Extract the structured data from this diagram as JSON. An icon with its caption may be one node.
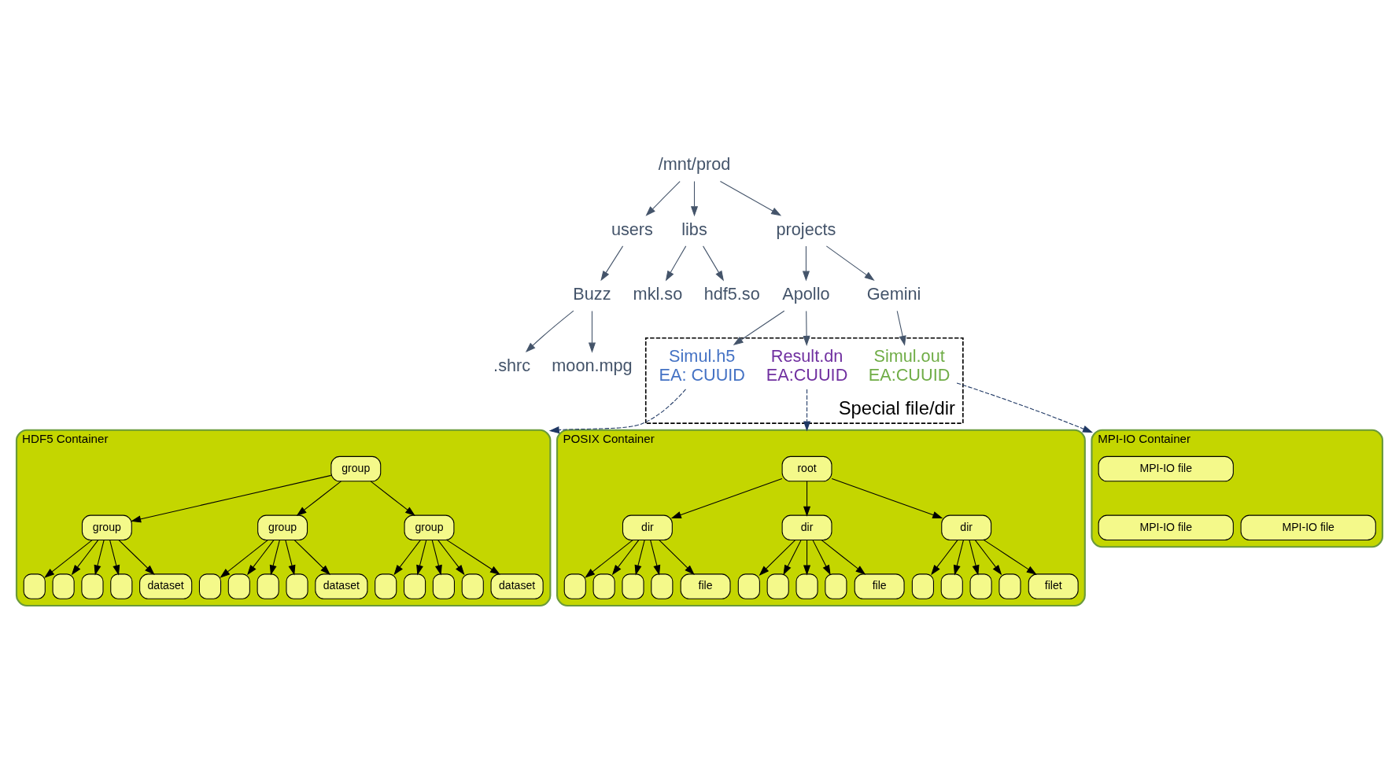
{
  "diagram": {
    "nodes": [
      {
        "text": [
          "/mnt/prod"
        ]
      },
      {
        "text": [
          "users"
        ]
      },
      {
        "text": [
          "libs"
        ]
      },
      {
        "text": [
          "projects"
        ]
      },
      {
        "text": [
          "Buzz"
        ]
      },
      {
        "text": [
          "mkl.so"
        ]
      },
      {
        "text": [
          "hdf5.so"
        ]
      },
      {
        "text": [
          "Apollo"
        ]
      },
      {
        "text": [
          "Gemini"
        ]
      },
      {
        "text": [
          ".shrc"
        ]
      },
      {
        "text": [
          "moon.mpg"
        ]
      },
      {
        "text": [
          "Special file/dir"
        ]
      },
      {
        "text": [
          "Simul.h5",
          "EA: CUUID"
        ],
        "in": 11
      },
      {
        "text": [
          "Result.dn",
          "EA:CUUID"
        ],
        "in": 11
      },
      {
        "text": [
          "Simul.out",
          "EA:CUUID"
        ],
        "in": 11
      },
      {
        "text": [
          "HDF5 Container"
        ]
      },
      {
        "text": [
          "group"
        ],
        "in": 15
      },
      {
        "text": [
          "group"
        ],
        "in": 15
      },
      {
        "text": [
          "group"
        ],
        "in": 15
      },
      {
        "text": [
          "group"
        ],
        "in": 15
      },
      {
        "text": [],
        "shape": "box",
        "in": 15
      },
      {
        "text": [],
        "shape": "box",
        "in": 15
      },
      {
        "text": [],
        "shape": "box",
        "in": 15
      },
      {
        "text": [],
        "shape": "box",
        "in": 15
      },
      {
        "text": [
          "dataset"
        ],
        "in": 15
      },
      {
        "text": [],
        "shape": "box",
        "in": 15
      },
      {
        "text": [],
        "shape": "box",
        "in": 15
      },
      {
        "text": [],
        "shape": "box",
        "in": 15
      },
      {
        "text": [],
        "shape": "box",
        "in": 15
      },
      {
        "text": [
          "dataset"
        ],
        "in": 15
      },
      {
        "text": [],
        "shape": "box",
        "in": 15
      },
      {
        "text": [],
        "shape": "box",
        "in": 15
      },
      {
        "text": [],
        "shape": "box",
        "in": 15
      },
      {
        "text": [],
        "shape": "box",
        "in": 15
      },
      {
        "text": [
          "dataset"
        ],
        "in": 15
      },
      {
        "text": [
          "POSIX Container"
        ]
      },
      {
        "text": [
          "root"
        ],
        "in": 35
      },
      {
        "text": [
          "dir"
        ],
        "in": 35
      },
      {
        "text": [
          "dir"
        ],
        "in": 35
      },
      {
        "text": [
          "dir"
        ],
        "in": 35
      },
      {
        "text": [],
        "shape": "box",
        "in": 35
      },
      {
        "text": [],
        "shape": "box",
        "in": 35
      },
      {
        "text": [],
        "shape": "box",
        "in": 35
      },
      {
        "text": [],
        "shape": "box",
        "in": 35
      },
      {
        "text": [
          "file"
        ],
        "in": 35
      },
      {
        "text": [],
        "shape": "box",
        "in": 35
      },
      {
        "text": [],
        "shape": "box",
        "in": 35
      },
      {
        "text": [],
        "shape": "box",
        "in": 35
      },
      {
        "text": [],
        "shape": "box",
        "in": 35
      },
      {
        "text": [
          "file"
        ],
        "in": 35
      },
      {
        "text": [],
        "shape": "box",
        "in": 35
      },
      {
        "text": [],
        "shape": "box",
        "in": 35
      },
      {
        "text": [],
        "shape": "box",
        "in": 35
      },
      {
        "text": [],
        "shape": "box",
        "in": 35
      },
      {
        "text": [
          "filet"
        ],
        "in": 35
      },
      {
        "text": [
          "MPI-IO Container"
        ]
      },
      {
        "text": [
          "MPI-IO file"
        ],
        "in": 55
      },
      {
        "text": [
          "MPI-IO file"
        ],
        "in": 55
      },
      {
        "text": [
          "MPI-IO file"
        ],
        "in": 55
      }
    ],
    "edges": [
      {
        "from": 0,
        "to": 1,
        "arrow": "to",
        "color": "#44546a"
      },
      {
        "from": 0,
        "to": 2,
        "arrow": "to",
        "color": "#44546a"
      },
      {
        "from": 0,
        "to": 3,
        "arrow": "to",
        "color": "#44546a"
      },
      {
        "from": 1,
        "to": 4,
        "arrow": "to",
        "color": "#44546a"
      },
      {
        "from": 2,
        "to": 5,
        "arrow": "to",
        "color": "#44546a"
      },
      {
        "from": 2,
        "to": 6,
        "arrow": "to",
        "color": "#44546a"
      },
      {
        "from": 3,
        "to": 7,
        "arrow": "to",
        "color": "#44546a"
      },
      {
        "from": 3,
        "to": 8,
        "arrow": "to",
        "color": "#44546a"
      },
      {
        "from": 4,
        "to": 9,
        "arrow": "to",
        "color": "#44546a"
      },
      {
        "from": 4,
        "to": 10,
        "arrow": "to",
        "color": "#44546a"
      },
      {
        "from": 7,
        "to": 12,
        "arrow": "to",
        "color": "#44546a"
      },
      {
        "from": 7,
        "to": 13,
        "arrow": "to",
        "color": "#44546a"
      },
      {
        "from": 8,
        "to": 14,
        "arrow": "to",
        "color": "#44546a"
      },
      {
        "from": 12,
        "to": 15,
        "arrow": "to",
        "style": "dashed",
        "color": "#1f3864"
      },
      {
        "from": 13,
        "to": 35,
        "arrow": "to",
        "style": "dashed",
        "color": "#1f3864"
      },
      {
        "from": 14,
        "to": 55,
        "arrow": "to",
        "style": "dashed",
        "color": "#1f3864"
      },
      {
        "from": 16,
        "to": 17,
        "arrow": "to"
      },
      {
        "from": 16,
        "to": 18,
        "arrow": "to"
      },
      {
        "from": 16,
        "to": 19,
        "arrow": "to"
      },
      {
        "from": 17,
        "to": 20,
        "arrow": "to"
      },
      {
        "from": 17,
        "to": 21,
        "arrow": "to"
      },
      {
        "from": 17,
        "to": 22,
        "arrow": "to"
      },
      {
        "from": 17,
        "to": 23,
        "arrow": "to"
      },
      {
        "from": 17,
        "to": 24,
        "arrow": "to"
      },
      {
        "from": 18,
        "to": 25,
        "arrow": "to"
      },
      {
        "from": 18,
        "to": 26,
        "arrow": "to"
      },
      {
        "from": 18,
        "to": 27,
        "arrow": "to"
      },
      {
        "from": 18,
        "to": 28,
        "arrow": "to"
      },
      {
        "from": 18,
        "to": 29,
        "arrow": "to"
      },
      {
        "from": 19,
        "to": 30,
        "arrow": "to"
      },
      {
        "from": 19,
        "to": 31,
        "arrow": "to"
      },
      {
        "from": 19,
        "to": 32,
        "arrow": "to"
      },
      {
        "from": 19,
        "to": 33,
        "arrow": "to"
      },
      {
        "from": 19,
        "to": 34,
        "arrow": "to"
      },
      {
        "from": 36,
        "to": 37,
        "arrow": "to"
      },
      {
        "from": 36,
        "to": 38,
        "arrow": "to"
      },
      {
        "from": 36,
        "to": 39,
        "arrow": "to"
      },
      {
        "from": 37,
        "to": 40,
        "arrow": "to"
      },
      {
        "from": 37,
        "to": 41,
        "arrow": "to"
      },
      {
        "from": 37,
        "to": 42,
        "arrow": "to"
      },
      {
        "from": 37,
        "to": 43,
        "arrow": "to"
      },
      {
        "from": 37,
        "to": 44,
        "arrow": "to"
      },
      {
        "from": 38,
        "to": 45,
        "arrow": "to"
      },
      {
        "from": 38,
        "to": 46,
        "arrow": "to"
      },
      {
        "from": 38,
        "to": 47,
        "arrow": "to"
      },
      {
        "from": 38,
        "to": 48,
        "arrow": "to"
      },
      {
        "from": 38,
        "to": 49,
        "arrow": "to"
      },
      {
        "from": 39,
        "to": 50,
        "arrow": "to"
      },
      {
        "from": 39,
        "to": 51,
        "arrow": "to"
      },
      {
        "from": 39,
        "to": 52,
        "arrow": "to"
      },
      {
        "from": 39,
        "to": 53,
        "arrow": "to"
      },
      {
        "from": 39,
        "to": 54,
        "arrow": "to"
      }
    ]
  }
}
